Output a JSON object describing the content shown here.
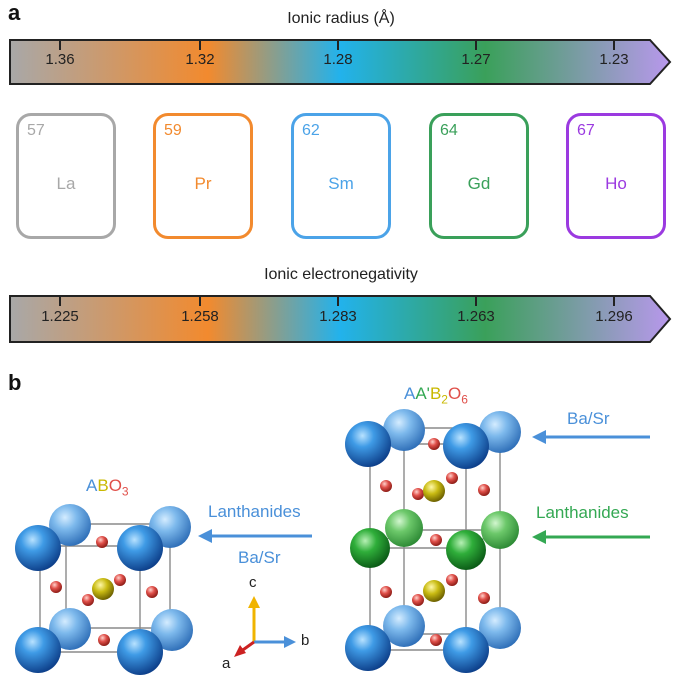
{
  "panel_a": {
    "label": "a",
    "radius_bar": {
      "title": "Ionic radius (Å)",
      "ticks": [
        "1.36",
        "1.32",
        "1.28",
        "1.27",
        "1.23"
      ]
    },
    "electroneg_bar": {
      "title": "Ionic electronegativity",
      "ticks": [
        "1.225",
        "1.258",
        "1.283",
        "1.263",
        "1.296"
      ]
    },
    "elements": [
      {
        "number": "57",
        "symbol": "La",
        "color": "#a8a8a8"
      },
      {
        "number": "59",
        "symbol": "Pr",
        "color": "#f28a2e"
      },
      {
        "number": "62",
        "symbol": "Sm",
        "color": "#4ba3e8"
      },
      {
        "number": "64",
        "symbol": "Gd",
        "color": "#3aa05a"
      },
      {
        "number": "67",
        "symbol": "Ho",
        "color": "#9b3ae0"
      }
    ],
    "gradient_colors": [
      "#a8a8a8",
      "#f28a2e",
      "#22b2ec",
      "#3aa05a",
      "#b898ec"
    ]
  },
  "panel_b": {
    "label": "b",
    "abo3": {
      "A": "A",
      "B": "B",
      "O": "O",
      "sub3": "3"
    },
    "double": {
      "A": "A",
      "A2": "A'",
      "B": "B",
      "sub2": "2",
      "O": "O",
      "sub6": "6"
    },
    "arrow_left": {
      "line1": "Lanthanides",
      "line2": "Ba/Sr"
    },
    "arrow_right_top": "Ba/Sr",
    "arrow_right_bottom": "Lanthanides",
    "axes": {
      "a": "a",
      "b": "b",
      "c": "c"
    },
    "colors": {
      "ba_sr": "#4a90d9",
      "lanthanide": "#34a853",
      "formula_A": "#4a90d9",
      "formula_A2": "#34a853",
      "formula_B": "#c9b800",
      "formula_O": "#e0504a",
      "axis_a": "#cc2222",
      "axis_b": "#4a90d9",
      "axis_c": "#f0b400"
    }
  }
}
